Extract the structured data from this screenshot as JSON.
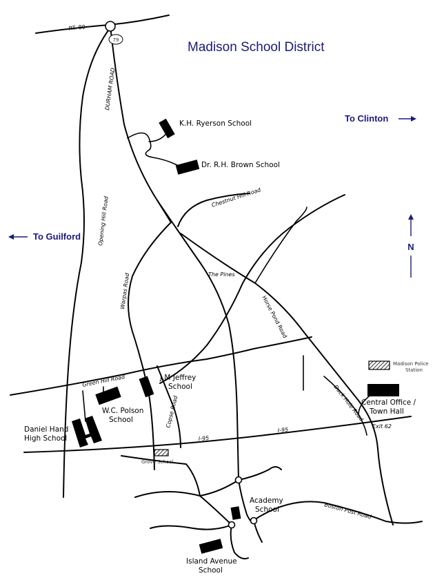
{
  "title": "Madison School District",
  "directions": {
    "east": "To Clinton",
    "west": "To Guilford",
    "north": "N"
  },
  "route_shield": "79",
  "roads": {
    "rt80": "RT. 80",
    "durham": "DURHAM ROAD",
    "opening_hill": "Opening Hill Road",
    "chestnut_hill": "Chestnut Hill Road",
    "warpas": "Warpas Road",
    "the_pines": "The Pines",
    "horse_pond": "Horse Pond Road",
    "green_hill": "Green Hill Road",
    "copse": "Copse Road",
    "i95_west": "I-95",
    "i95_east": "I-95",
    "duck_hole": "Duck Hole Road",
    "exit": "Exit 62",
    "boston_post": "Boston Post Road"
  },
  "schools": {
    "ryerson": "K.H. Ryerson School",
    "brown": "Dr. R.H. Brown School",
    "jeffrey_1": "J.M Jeffrey",
    "jeffrey_2": "School",
    "polson_1": "W.C. Polson",
    "polson_2": "School",
    "hand_1": "Daniel Hand",
    "hand_2": "High School",
    "grove": "Grove School",
    "academy_1": "Academy",
    "academy_2": "School",
    "island_1": "Island Avenue",
    "island_2": "School"
  },
  "facilities": {
    "police_1": "Madison Police",
    "police_2": "Station",
    "town_hall_1": "Central Office /",
    "town_hall_2": "Town Hall"
  },
  "colors": {
    "title": "#1a1a7a",
    "roads": "#000000",
    "buildings": "#000000"
  }
}
